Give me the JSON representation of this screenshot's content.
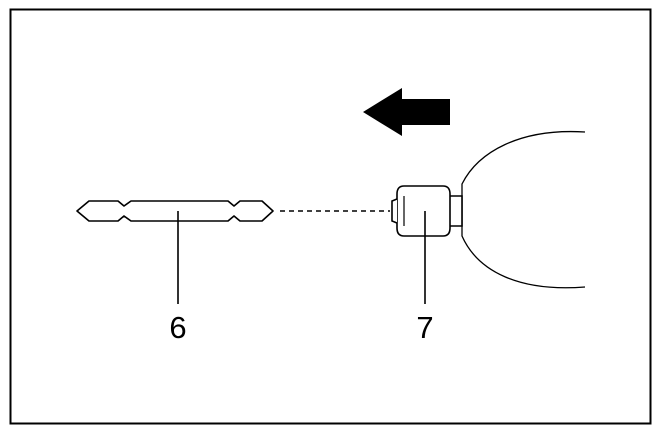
{
  "figure": {
    "line_color": "#000000",
    "background": "#ffffff",
    "arrow_icon": "arrow-left-icon",
    "arrow_direction": "left"
  },
  "callouts": [
    {
      "id": "bit",
      "label": "6"
    },
    {
      "id": "chuck",
      "label": "7"
    }
  ]
}
